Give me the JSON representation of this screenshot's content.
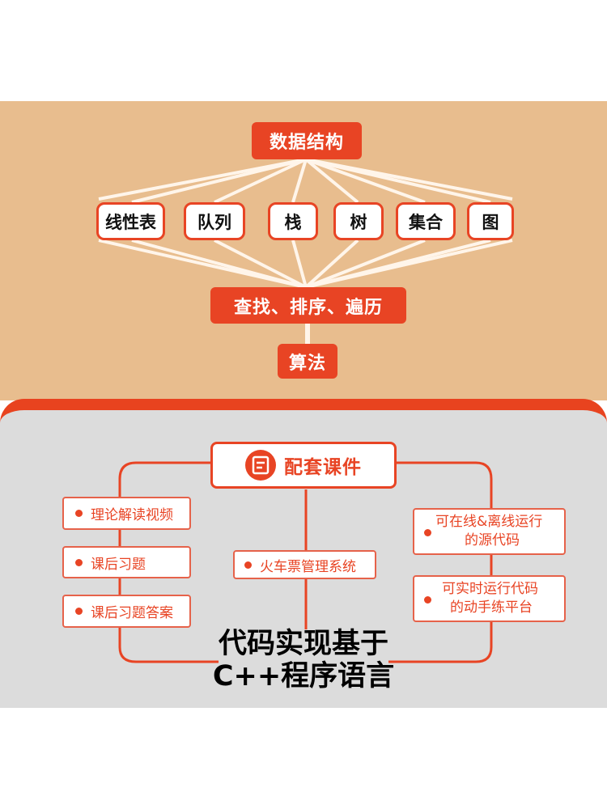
{
  "top": {
    "root": "数据结构",
    "structures": [
      "线性表",
      "队列",
      "栈",
      "树",
      "集合",
      "图"
    ],
    "operations": "查找、排序、遍历",
    "algorithm": "算法"
  },
  "kit": {
    "title": "配套课件",
    "icon": "document-icon",
    "left_items": [
      "理论解读视频",
      "课后习题",
      "课后习题答案"
    ],
    "center_item": "火车票管理系统",
    "right_items": [
      {
        "line1": "可在线&离线运行",
        "line2": "的源代码"
      },
      {
        "line1": "可实时运行代码",
        "line2": "的动手练平台"
      }
    ],
    "footer_line1": "代码实现基于",
    "footer_line2": "C++程序语言"
  },
  "colors": {
    "accent": "#e84424",
    "top_bg": "#e8bd8e",
    "bottom_bg": "#dcdcdc"
  }
}
